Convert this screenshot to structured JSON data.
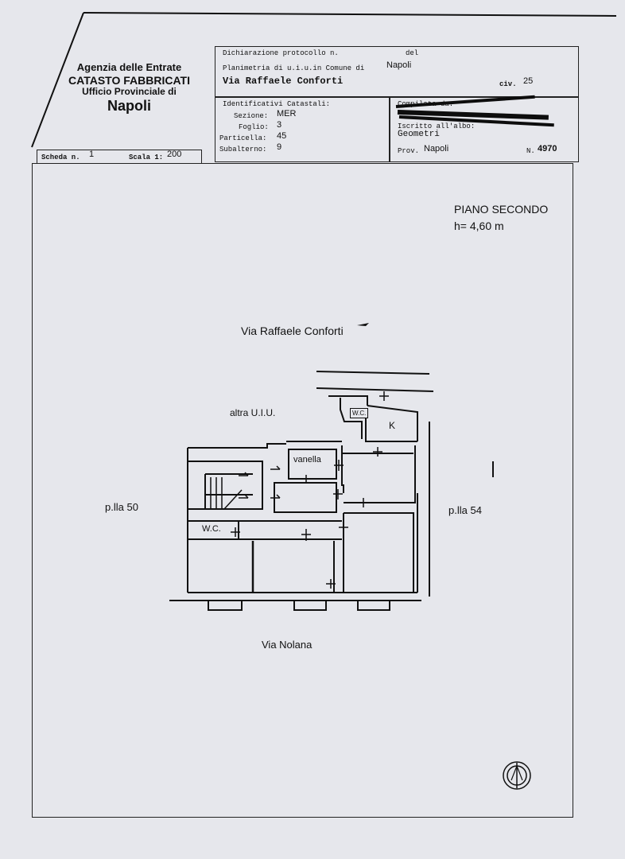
{
  "agency": {
    "line1": "Agenzia delle Entrate",
    "line2": "CATASTO FABBRICATI",
    "line3": "Ufficio Provinciale di",
    "line4": "Napoli"
  },
  "scheda": {
    "scheda_label": "Scheda n.",
    "scheda_value": "1",
    "scala_label": "Scala 1:",
    "scala_value": "200"
  },
  "header": {
    "protocollo_label": "Dichiarazione protocollo n.",
    "del_label": "del",
    "planimetria_label": "Planimetria di u.i.u.in Comune di",
    "comune_value": "Napoli",
    "via_value": "Via Raffaele Conforti",
    "civ_label": "civ.",
    "civ_value": "25",
    "identificativi_label": "Identificativi Catastali:",
    "sezione_label": "Sezione:",
    "sezione_value": "MER",
    "foglio_label": "Foglio:",
    "foglio_value": "3",
    "particella_label": "Particella:",
    "particella_value": "45",
    "subalterno_label": "Subalterno:",
    "subalterno_value": "9",
    "compilata_label": "Compilata da:",
    "iscritto_label": "Iscritto all'albo:",
    "albo_value": "Geometri",
    "prov_label": "Prov.",
    "prov_value": "Napoli",
    "n_label": "N.",
    "n_value": "4970"
  },
  "plan": {
    "piano": "PIANO SECONDO",
    "altezza": "h= 4,60 m",
    "street_north": "Via Raffaele Conforti",
    "street_south": "Via Nolana",
    "left_neighbor": "p.lla 50",
    "right_neighbor": "p.lla 54",
    "altra_uiu": "altra U.I.U.",
    "vanella": "vanella",
    "wc_small": "W.C.",
    "kitchen": "K",
    "wc_large": "W.C."
  },
  "colors": {
    "paper": "#e6e7ec",
    "ink": "#111111"
  }
}
